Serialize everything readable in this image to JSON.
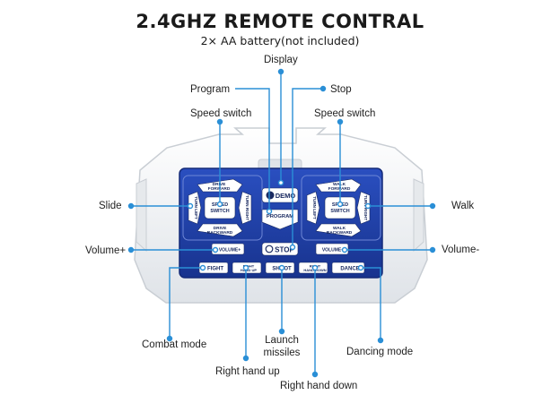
{
  "header": {
    "title": "2.4GHZ REMOTE CONTRAL",
    "subtitle": "2× AA battery(not included)"
  },
  "callouts": {
    "display": "Display",
    "program": "Program",
    "stop": "Stop",
    "speed_switch_left": "Speed switch",
    "speed_switch_right": "Speed switch",
    "slide": "Slide",
    "walk": "Walk",
    "volume_plus": "Volume+",
    "volume_minus": "Volume-",
    "combat_mode": "Combat mode",
    "launch_missiles_1": "Launch",
    "launch_missiles_2": "missiles",
    "dancing_mode": "Dancing mode",
    "right_hand_up": "Right hand up",
    "right_hand_down": "Right hand down"
  },
  "buttons": {
    "left_drive_forward_1": "DRIVE",
    "left_drive_forward_2": "FORWARD",
    "left_drive_backward_1": "DRIVE",
    "left_drive_backward_2": "BACKWARD",
    "left_turn_left": "TURN LEFT",
    "left_turn_right": "TURN RIGHT",
    "left_speed_1": "SPEED",
    "left_speed_2": "SWITCH",
    "right_walk_forward_1": "WALK",
    "right_walk_forward_2": "FORWARD",
    "right_walk_backward_1": "WALK",
    "right_walk_backward_2": "BACKWARD",
    "right_turn_left": "TURN LEFT",
    "right_turn_right": "TURN RIGHT",
    "right_speed_1": "SPEED",
    "right_speed_2": "SWITCH",
    "demo": "DEMO",
    "program": "PROGRAM",
    "stop": "STOP",
    "volume_plus": "VOLUME+",
    "volume_minus": "VOLUME−",
    "fight": "FIGHT",
    "hand_up_1": "RIGHT",
    "hand_up_2": "HAND UP",
    "shoot": "SHOOT",
    "hand_down_1": "RIGHT",
    "hand_down_2": "HAND DOWN",
    "dance": "DANCE"
  },
  "colors": {
    "panel_blue": "#1f3fa6",
    "callout_blue": "#2a8fd6",
    "body_white": "#f2f4f6"
  }
}
